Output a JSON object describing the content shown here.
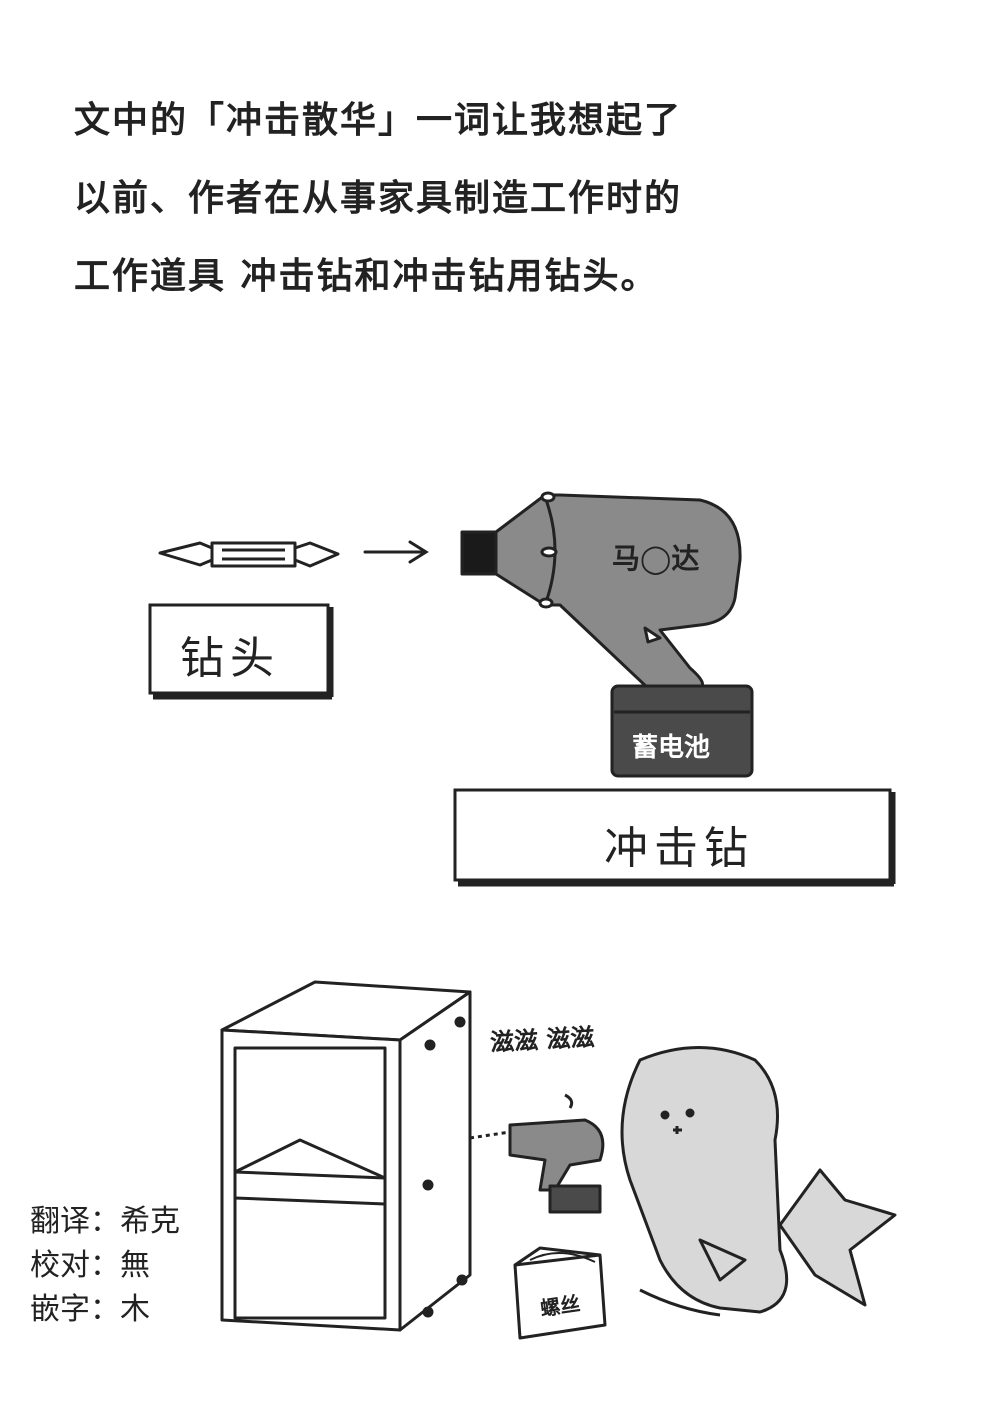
{
  "intro": {
    "line1_a": "文中的「",
    "line1_b": "冲击散华",
    "line1_c": "」一词让我想起了",
    "line2": "以前、作者在从事家具制造工作时的",
    "line3": "工作道具 冲击钻和冲击钻用钻头。"
  },
  "labels": {
    "drill_bit": "钻头",
    "motor": "马◯达",
    "battery": "蓄电池",
    "impact_drill": "冲击钻",
    "sound_effect": "滋滋 滋滋",
    "screws_box": "螺丝"
  },
  "credits": {
    "translate": "翻译：希克",
    "proofread": "校对：無",
    "typeset": "嵌字：木"
  },
  "colors": {
    "drill_body": "#8a8a8a",
    "battery": "#4a4a4a",
    "line": "#222222"
  }
}
